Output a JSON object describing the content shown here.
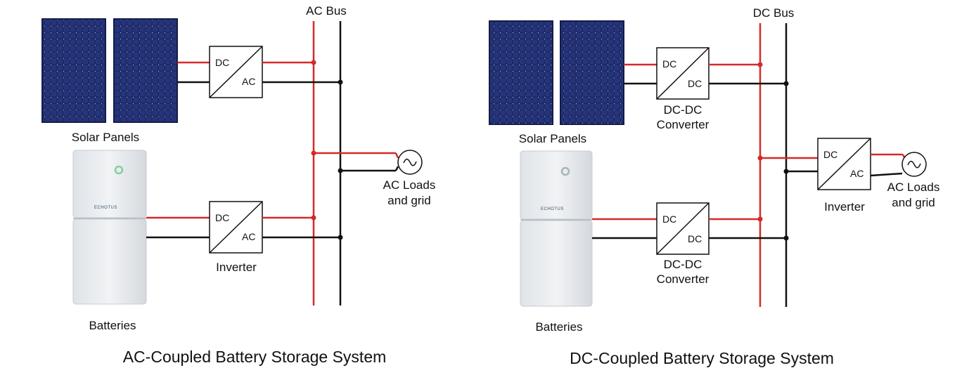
{
  "colors": {
    "red_line": "#d42a2a",
    "black_line": "#111111",
    "panel_cell": "#1d2a66",
    "panel_grid": "#dfe4f5",
    "battery_body": "#e9ecef",
    "battery_indicator": "#7fd19a"
  },
  "ac_system": {
    "title": "AC-Coupled Battery Storage System",
    "bus_label": "AC Bus",
    "solar_label": "Solar Panels",
    "batteries_label": "Batteries",
    "solar_converter": {
      "top": "DC",
      "bottom": "AC"
    },
    "battery_converter": {
      "top": "DC",
      "bottom": "AC",
      "caption": "Inverter"
    },
    "loads_label_1": "AC Loads",
    "loads_label_2": "and grid",
    "ac_symbol": "~",
    "battery_logo": "ECHOTUS"
  },
  "dc_system": {
    "title": "DC-Coupled Battery Storage System",
    "bus_label": "DC Bus",
    "solar_label": "Solar Panels",
    "batteries_label": "Batteries",
    "solar_converter": {
      "top": "DC",
      "bottom": "DC",
      "caption_1": "DC-DC",
      "caption_2": "Converter"
    },
    "battery_converter": {
      "top": "DC",
      "bottom": "DC",
      "caption_1": "DC-DC",
      "caption_2": "Converter"
    },
    "inverter": {
      "top": "DC",
      "bottom": "AC",
      "caption": "Inverter"
    },
    "loads_label_1": "AC Loads",
    "loads_label_2": "and grid",
    "ac_symbol": "~",
    "battery_logo": "ECHOTUS"
  }
}
